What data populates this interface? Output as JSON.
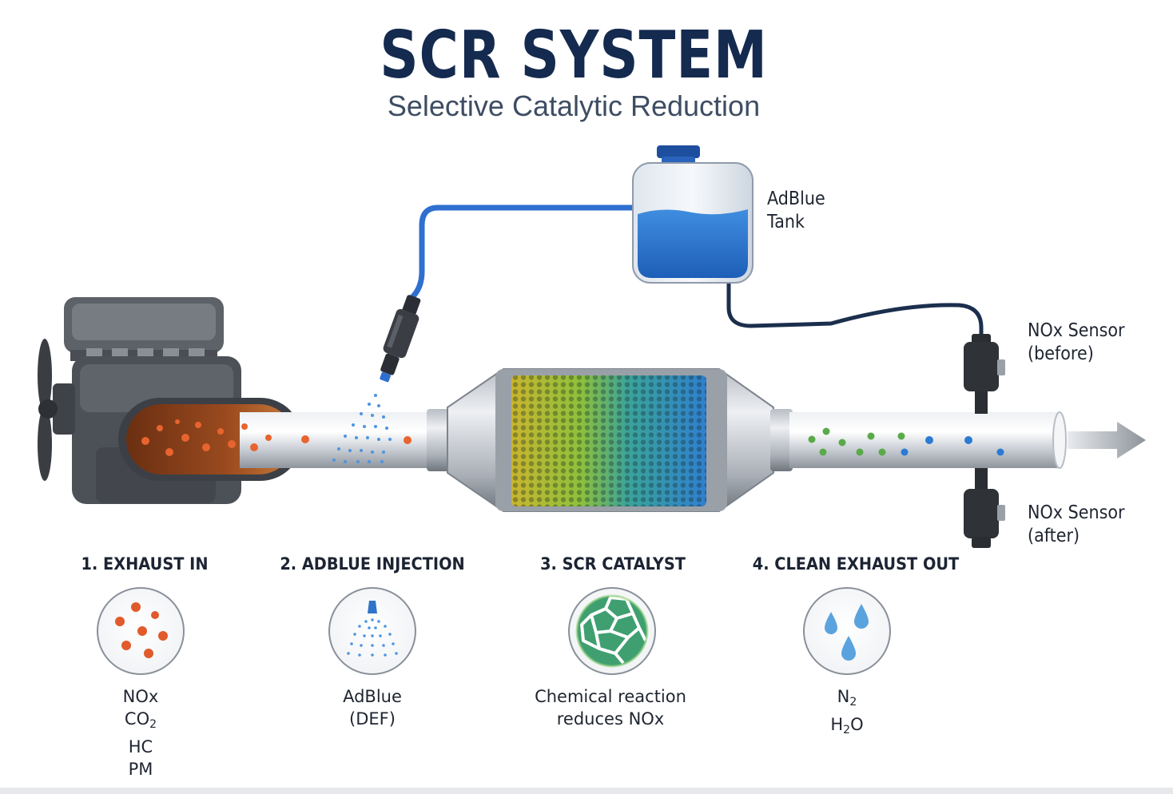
{
  "header": {
    "title": "SCR SYSTEM",
    "subtitle": "Selective Catalytic Reduction"
  },
  "components": {
    "adblue_tank": {
      "line1": "AdBlue",
      "line2": "Tank"
    },
    "nox_sensor_before": {
      "line1": "NOx Sensor",
      "line2": "(before)"
    },
    "nox_sensor_after": {
      "line1": "NOx Sensor",
      "line2": "(after)"
    }
  },
  "steps": [
    {
      "title": "1. EXHAUST IN",
      "captions": [
        "NOx",
        "CO",
        "HC",
        "PM"
      ],
      "co_subscript": "2"
    },
    {
      "title": "2. ADBLUE INJECTION",
      "captions": [
        "AdBlue",
        "(DEF)"
      ]
    },
    {
      "title": "3. SCR CATALYST",
      "captions": [
        "Chemical reaction",
        "reduces NOx"
      ]
    },
    {
      "title": "4. CLEAN EXHAUST OUT",
      "captions": {
        "n2_base": "N",
        "n2_sub": "2",
        "h2o_base": "H",
        "h2o_sub": "2",
        "h2o_tail": "O"
      }
    }
  ],
  "colors": {
    "title": "#142a4f",
    "adblue": "#2f74c8",
    "exhaust_particle": "#e05a2b",
    "clean_particle_green": "#47a850",
    "clean_particle_blue": "#2a7bd4",
    "pipe": "#c9ced4"
  }
}
